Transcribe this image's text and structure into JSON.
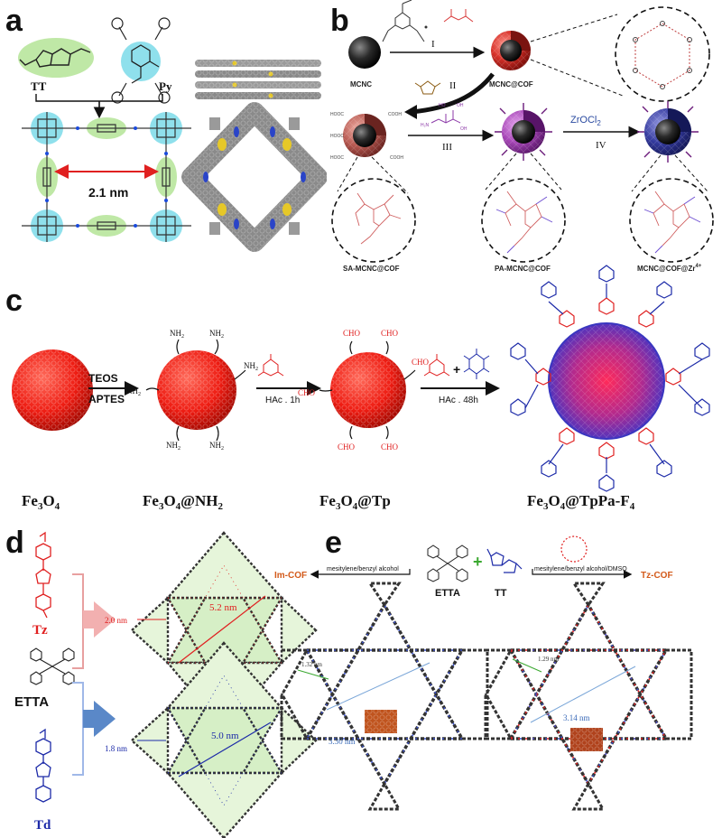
{
  "panels": {
    "a": {
      "label": "a",
      "monomer_left": "TT",
      "monomer_right": "Py",
      "pore_size": "2.1 nm"
    },
    "b": {
      "label": "b",
      "steps": [
        "I",
        "II",
        "III",
        "IV"
      ],
      "reagent": "ZrOCl",
      "reagent_sub": "2",
      "nodes": [
        "MCNC",
        "MCNC@COF",
        "SA-MCNC@COF",
        "PA-MCNC@COF",
        "MCNC@COF@Zr",
        "4+"
      ]
    },
    "c": {
      "label": "c",
      "step1_top": "TEOS",
      "step1_bottom": "APTES",
      "step2": "HAc . 1h",
      "step3": "HAc . 48h",
      "amine": "NH",
      "amine_sub": "2",
      "aldehyde": "CHO",
      "compound1": "Fe",
      "compound1_sub": "3",
      "compound1_tail": "O",
      "compound1_sub2": "4",
      "compound2_tail": "@NH",
      "compound2_sub": "2",
      "compound3_tail": "@Tp",
      "compound4_tail": "@TpPa-F",
      "compound4_sub": "4"
    },
    "d": {
      "label": "d",
      "linker_top": "Tz",
      "linker_mid": "ETTA",
      "linker_bottom": "Td",
      "tz_small": "2.0 nm",
      "tz_large": "5.2 nm",
      "td_small": "1.8 nm",
      "td_large": "5.0 nm"
    },
    "e": {
      "label": "e",
      "left_cof": "Im-COF",
      "right_cof": "Tz-COF",
      "left_solvent": "mesitylene/benzyl alcohol",
      "right_solvent": "mesitylene/benzyl alcohol/DMSO",
      "monomer_left": "ETTA",
      "monomer_right": "TT",
      "left_small": "1.32 nm",
      "left_large": "3.30 nm",
      "right_small": "1.29 nm",
      "right_large": "3.14 nm"
    }
  },
  "colors": {
    "red": "#e02020",
    "blue": "#1c2aa8",
    "green_glow": "#bfe8a6",
    "cyan_glow": "#8fe0ec",
    "orange_label": "#d35a1a"
  }
}
